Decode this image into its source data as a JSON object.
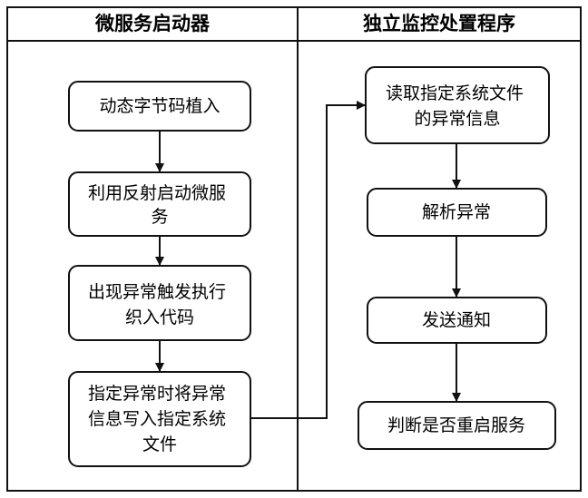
{
  "lanes": {
    "left": {
      "title": "微服务启动器"
    },
    "right": {
      "title": "独立监控处置程序"
    }
  },
  "nodes": {
    "inject": {
      "lines": [
        "动态字节码植入"
      ]
    },
    "reflect": {
      "lines": [
        "利用反射启动微服",
        "务"
      ]
    },
    "trigger": {
      "lines": [
        "出现异常触发执行",
        "织入代码"
      ]
    },
    "write": {
      "lines": [
        "指定异常时将异常",
        "信息写入指定系统",
        "文件"
      ]
    },
    "read": {
      "lines": [
        "读取指定系统文件",
        "的异常信息"
      ]
    },
    "parse": {
      "lines": [
        "解析异常"
      ]
    },
    "notify": {
      "lines": [
        "发送通知"
      ]
    },
    "decide": {
      "lines": [
        "判断是否重启服务"
      ]
    }
  },
  "colors": {
    "stroke": "#111111",
    "box_fill": "#ffffff"
  }
}
